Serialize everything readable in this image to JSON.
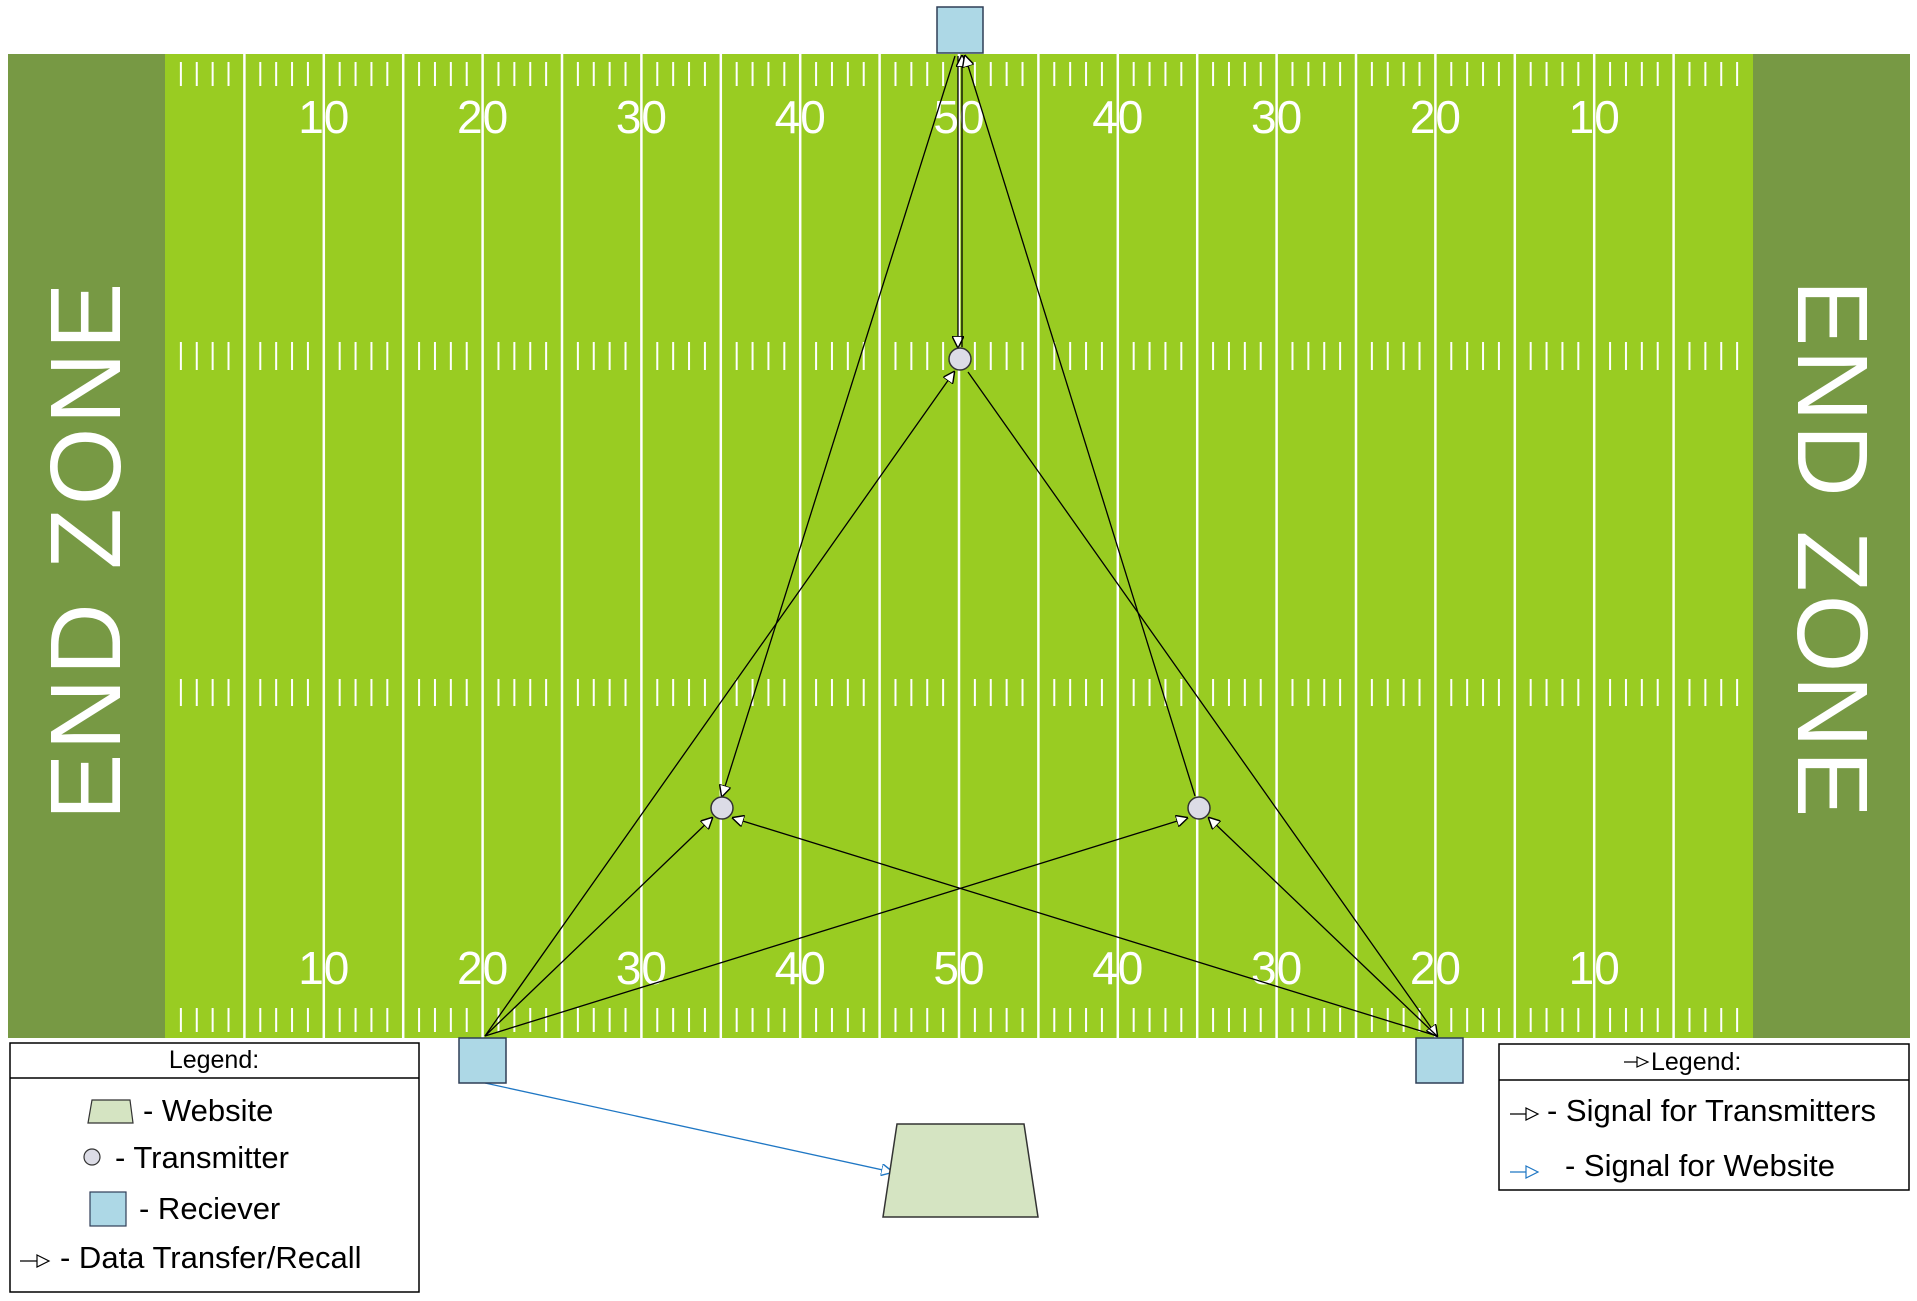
{
  "field": {
    "end_zone_left": "END ZONE",
    "end_zone_right": "END ZONE",
    "yard_numbers_top": [
      "10",
      "20",
      "30",
      "40",
      "50",
      "40",
      "30",
      "20",
      "10"
    ],
    "yard_numbers_bottom": [
      "10",
      "20",
      "30",
      "40",
      "50",
      "40",
      "30",
      "20",
      "10"
    ],
    "colors": {
      "turf": "#99CC22",
      "end_zone": "#779944",
      "lines": "#FFFFFF"
    }
  },
  "nodes": {
    "receivers": [
      "receiver-top",
      "receiver-bottom-left",
      "receiver-bottom-right"
    ],
    "transmitters": [
      "transmitter-top",
      "transmitter-left",
      "transmitter-right"
    ],
    "website": "website",
    "colors": {
      "receiver": "#ADD8E6",
      "transmitter": "#DCDCE6",
      "website": "#D5E4C2",
      "signal_transmitters": "#000000",
      "signal_website": "#1F77C4"
    }
  },
  "legend_left": {
    "title": "Legend:",
    "items": [
      {
        "icon": "website-icon",
        "label": "- Website"
      },
      {
        "icon": "transmitter-icon",
        "label": "- Transmitter"
      },
      {
        "icon": "receiver-icon",
        "label": "- Reciever"
      },
      {
        "icon": "arrow-icon",
        "label": "- Data Transfer/Recall"
      }
    ]
  },
  "legend_right": {
    "title": "Legend:",
    "items": [
      {
        "icon": "black-arrow-icon",
        "label": "- Signal for Transmitters"
      },
      {
        "icon": "blue-arrow-icon",
        "label": "- Signal for Website"
      }
    ]
  }
}
